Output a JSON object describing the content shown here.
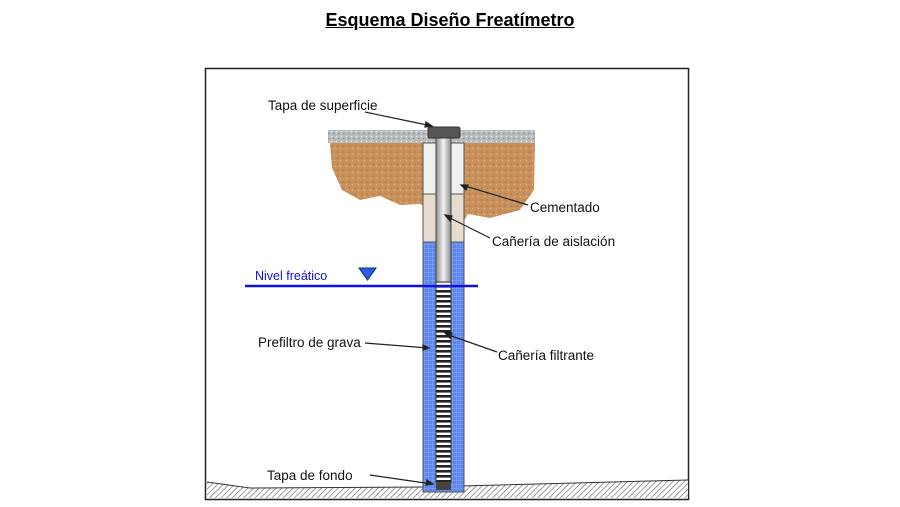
{
  "title": "Esquema Diseño Freatímetro",
  "labels": {
    "surface_cap": "Tapa  de superficie",
    "cemented": "Cementado",
    "casing": "Cañería de aislación",
    "water_table": "Nivel freático",
    "gravel_prefilter": "Prefiltro de grava",
    "screen_pipe": "Cañería filtrante",
    "bottom_cap": "Tapa de fondo"
  },
  "colors": {
    "water_table": "#1010e0",
    "gravel": "#5a86ee",
    "soil": "#c8905a",
    "surface": "#b8bcc0"
  }
}
